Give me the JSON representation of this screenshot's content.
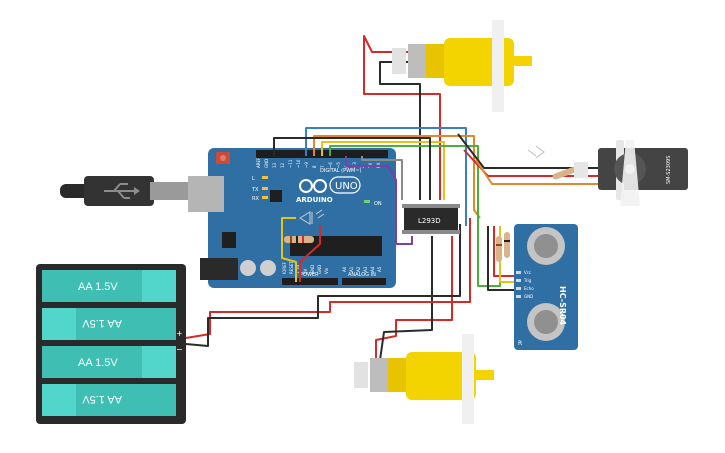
{
  "arduino": {
    "brand": "ARDUINO",
    "model": "UNO",
    "digital_label": "DIGITAL (PWM~)",
    "power_label": "POWER",
    "analog_label": "ANALOG IN",
    "led_on": "ON",
    "led_l": "L",
    "led_tx": "TX",
    "led_rx": "RX",
    "pins_digital": [
      "AREF",
      "GND",
      "13",
      "12",
      "~11",
      "~10",
      "~9",
      "8",
      "7",
      "~6",
      "~5",
      "4",
      "~3",
      "2",
      "TX 1",
      "RX 0"
    ],
    "pins_power": [
      "IOREF",
      "RESET",
      "3.3V",
      "5V",
      "GND",
      "GND",
      "Vin"
    ],
    "pins_analog": [
      "A0",
      "A1",
      "A2",
      "A3",
      "A4",
      "A5"
    ]
  },
  "driver": {
    "label": "L293D"
  },
  "battery": {
    "cells": [
      {
        "label": "AA 1.5V",
        "flipped": false
      },
      {
        "label": "AA 1.5V",
        "flipped": true
      },
      {
        "label": "AA 1.5V",
        "flipped": false
      },
      {
        "label": "AA 1.5V",
        "flipped": true
      }
    ],
    "plus": "+",
    "minus": "−"
  },
  "ultrasonic": {
    "model": "HC-SR04",
    "pins": [
      "Vcc",
      "Trig",
      "Echo",
      "GND"
    ],
    "side_mark": "R"
  },
  "servo": {
    "label": "SM-S2309S"
  },
  "colors": {
    "wire_red": "#d42a2a",
    "wire_black": "#2b2b2b",
    "wire_blue": "#3a7fc4",
    "wire_yellow": "#e5c31a",
    "wire_green": "#4caf3b",
    "wire_orange": "#e0892b",
    "wire_purple": "#7b3fa8",
    "wire_gray": "#8a8a8a",
    "board": "#2f6fa3",
    "battery_teal": "#3fbfb4",
    "motor_yellow": "#f4d400"
  }
}
